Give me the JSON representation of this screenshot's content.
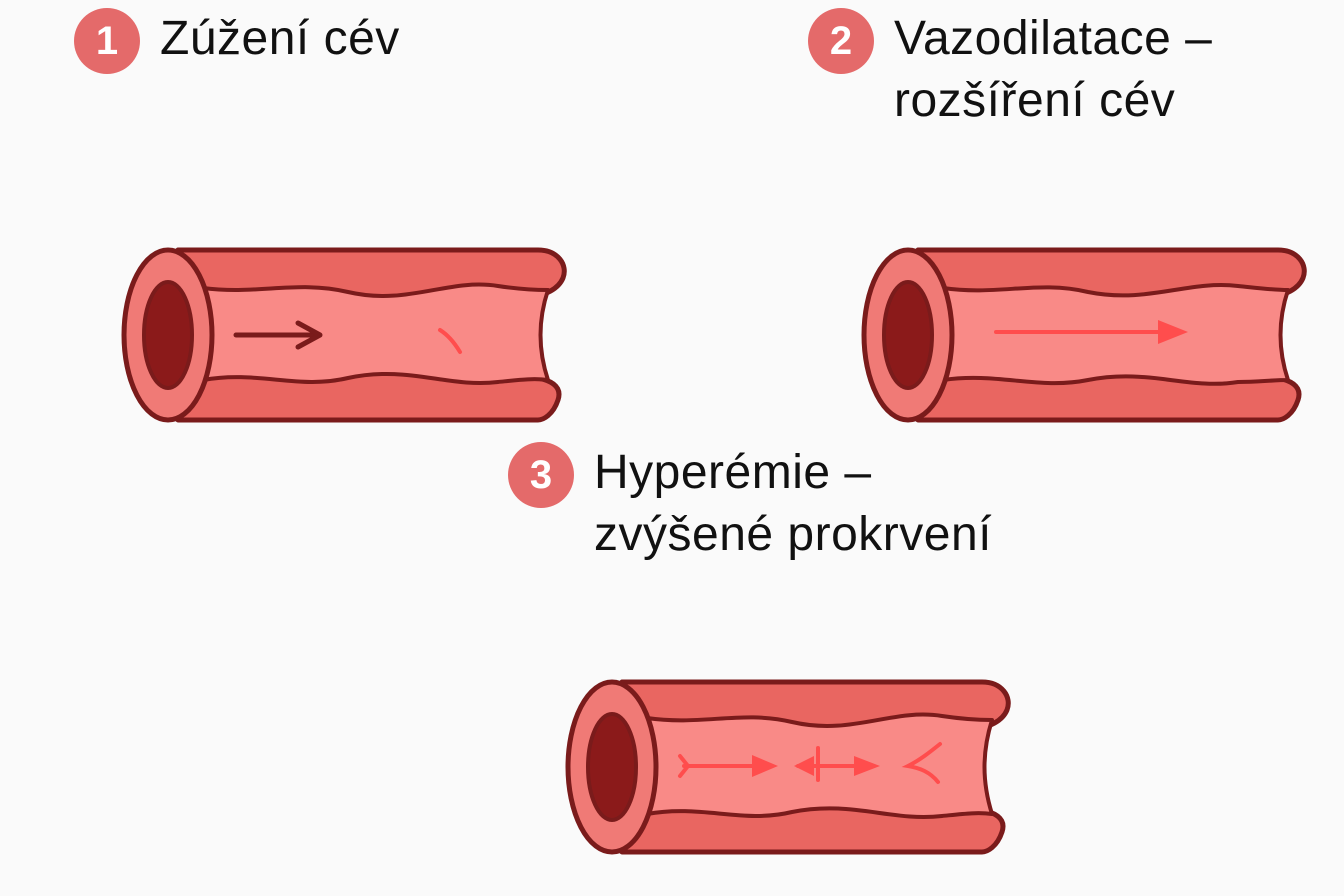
{
  "steps": [
    {
      "number": "1",
      "lines": [
        "Zúžení cév"
      ]
    },
    {
      "number": "2",
      "lines": [
        "Vazodilatace –",
        "rozšíření cév"
      ]
    },
    {
      "number": "3",
      "lines": [
        "Hyperémie –",
        "zvýšené prokrvení"
      ]
    }
  ],
  "colors": {
    "badge": "#e46a6a",
    "vessel_outer": "#e96661",
    "vessel_inner": "#f98a87",
    "vessel_end": "#f07a76",
    "lumen": "#8b1a1a",
    "outline": "#7a1b1b",
    "flow_arrow_dark": "#7a1b1b",
    "flow_arrow_light": "#ff4d4d"
  },
  "icons": [
    "narrowed-vessel-icon",
    "dilated-vessel-icon",
    "hyperemia-vessel-icon"
  ]
}
